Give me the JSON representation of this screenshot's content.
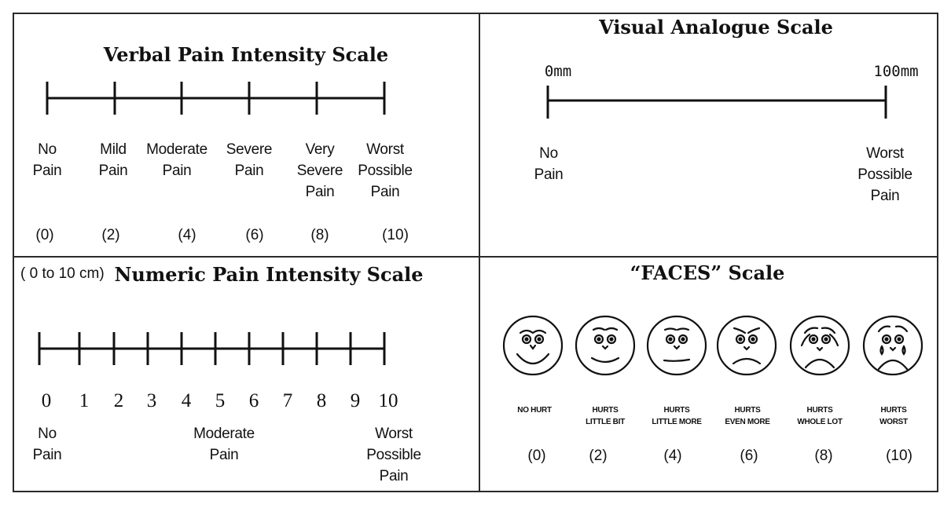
{
  "verbal": {
    "title": "Verbal Pain Intensity Scale",
    "labels": [
      "No\nPain",
      "Mild\nPain",
      "Moderate\nPain",
      "Severe\nPain",
      "Very\nSevere\nPain",
      "Worst\nPossible\nPain"
    ],
    "values": [
      "(0)",
      "(2)",
      "(4)",
      "(6)",
      "(8)",
      "(10)"
    ]
  },
  "vas": {
    "title": "Visual Analogue Scale",
    "start_label": "0mm",
    "end_label": "100mm",
    "left_anchor": "No\nPain",
    "right_anchor": "Worst\nPossible\nPain"
  },
  "numeric": {
    "unit_note": "( 0 to 10 cm)",
    "title": "Numeric Pain Intensity Scale",
    "numbers": [
      "0",
      "1",
      "2",
      "3",
      "4",
      "5",
      "6",
      "7",
      "8",
      "9",
      "10"
    ],
    "anchor_left": "No\nPain",
    "anchor_mid": "Moderate\nPain",
    "anchor_right": "Worst\nPossible\nPain"
  },
  "faces": {
    "title": "“FACES” Scale",
    "labels": [
      "NO HURT",
      "HURTS\nLITTLE BIT",
      "HURTS\nLITTLE MORE",
      "HURTS\nEVEN MORE",
      "HURTS\nWHOLE LOT",
      "HURTS\nWORST"
    ],
    "values": [
      "(0)",
      "(2)",
      "(4)",
      "(6)",
      "(8)",
      "(10)"
    ],
    "icons": [
      "happy-face-icon",
      "smiling-face-icon",
      "neutral-face-icon",
      "frowning-face-icon",
      "sad-face-icon",
      "crying-face-icon"
    ]
  },
  "colors": {
    "ink": "#111111",
    "border": "#2a2a2a"
  }
}
